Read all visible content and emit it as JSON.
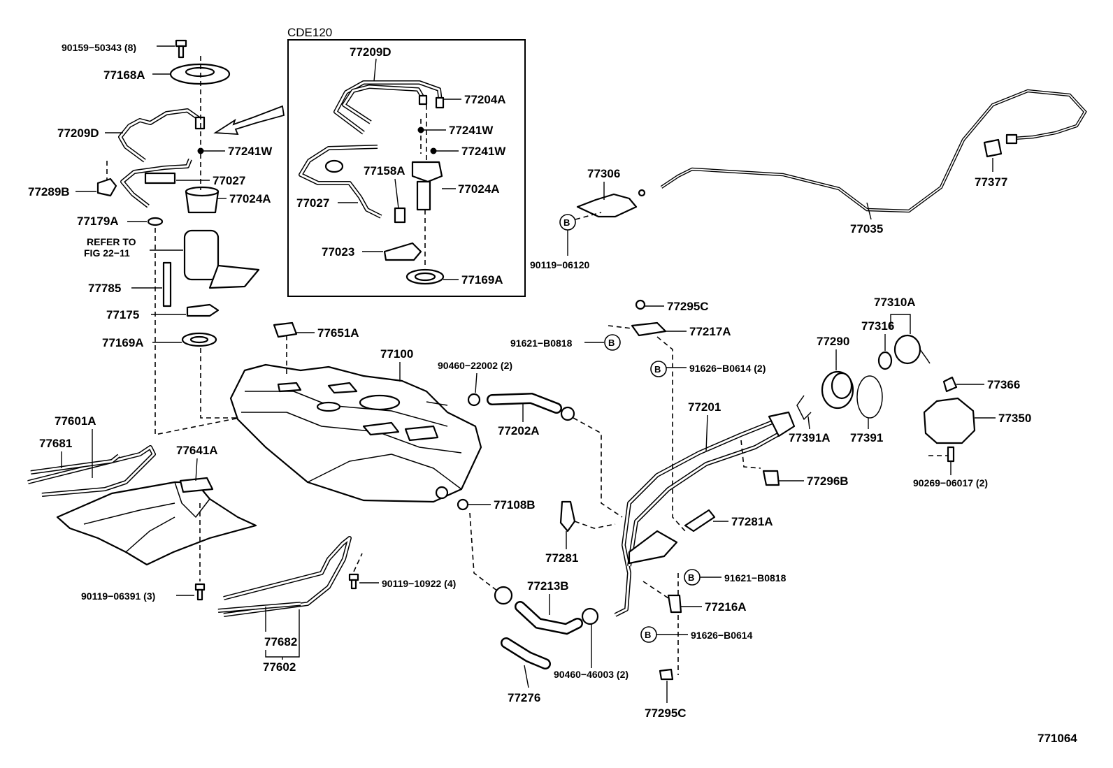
{
  "sheet": {
    "figure_number": "771064",
    "inset_title": "CDE120"
  },
  "labels": {
    "p90159": "90159−50343 (8)",
    "p77168A": "77168A",
    "p77209D": "77209D",
    "p77241W": "77241W",
    "p77027": "77027",
    "p77289B": "77289B",
    "p77024A": "77024A",
    "p77179A": "77179A",
    "refer1": "REFER TO",
    "refer2": "FIG 22−11",
    "p77785": "77785",
    "p77175": "77175",
    "p77169A": "77169A",
    "in77209D": "77209D",
    "in77204A": "77204A",
    "in77241W1": "77241W",
    "in77241W2": "77241W",
    "in77158A": "77158A",
    "in77027": "77027",
    "in77024A": "77024A",
    "in77023": "77023",
    "in77169A": "77169A",
    "p77306": "77306",
    "p90119_06120": "90119−06120",
    "p77035": "77035",
    "p77377": "77377",
    "p77651A": "77651A",
    "p77100": "77100",
    "p90460_22002": "90460−22002 (2)",
    "p77202A": "77202A",
    "p77295C_top": "77295C",
    "p77217A": "77217A",
    "p91621_top": "91621−B0818",
    "p91626_top": "91626−B0614 (2)",
    "p77310A": "77310A",
    "p77316": "77316",
    "p77290": "77290",
    "p77366": "77366",
    "p77350": "77350",
    "p77201": "77201",
    "p77391A": "77391A",
    "p77391": "77391",
    "p77296B": "77296B",
    "p90269": "90269−06017 (2)",
    "p77601A": "77601A",
    "p77681": "77681",
    "p77641A": "77641A",
    "p77108B": "77108B",
    "p77281A": "77281A",
    "p77281": "77281",
    "p91621_bot": "91621−B0818",
    "p77213B": "77213B",
    "p77216A": "77216A",
    "p91626_bot": "91626−B0614",
    "p90119_10922": "90119−10922 (4)",
    "p90119_06391": "90119−06391 (3)",
    "p77682": "77682",
    "p77602": "77602",
    "p90460_46003": "90460−46003 (2)",
    "p77276": "77276",
    "p77295C_bot": "77295C",
    "bubble": "B"
  }
}
